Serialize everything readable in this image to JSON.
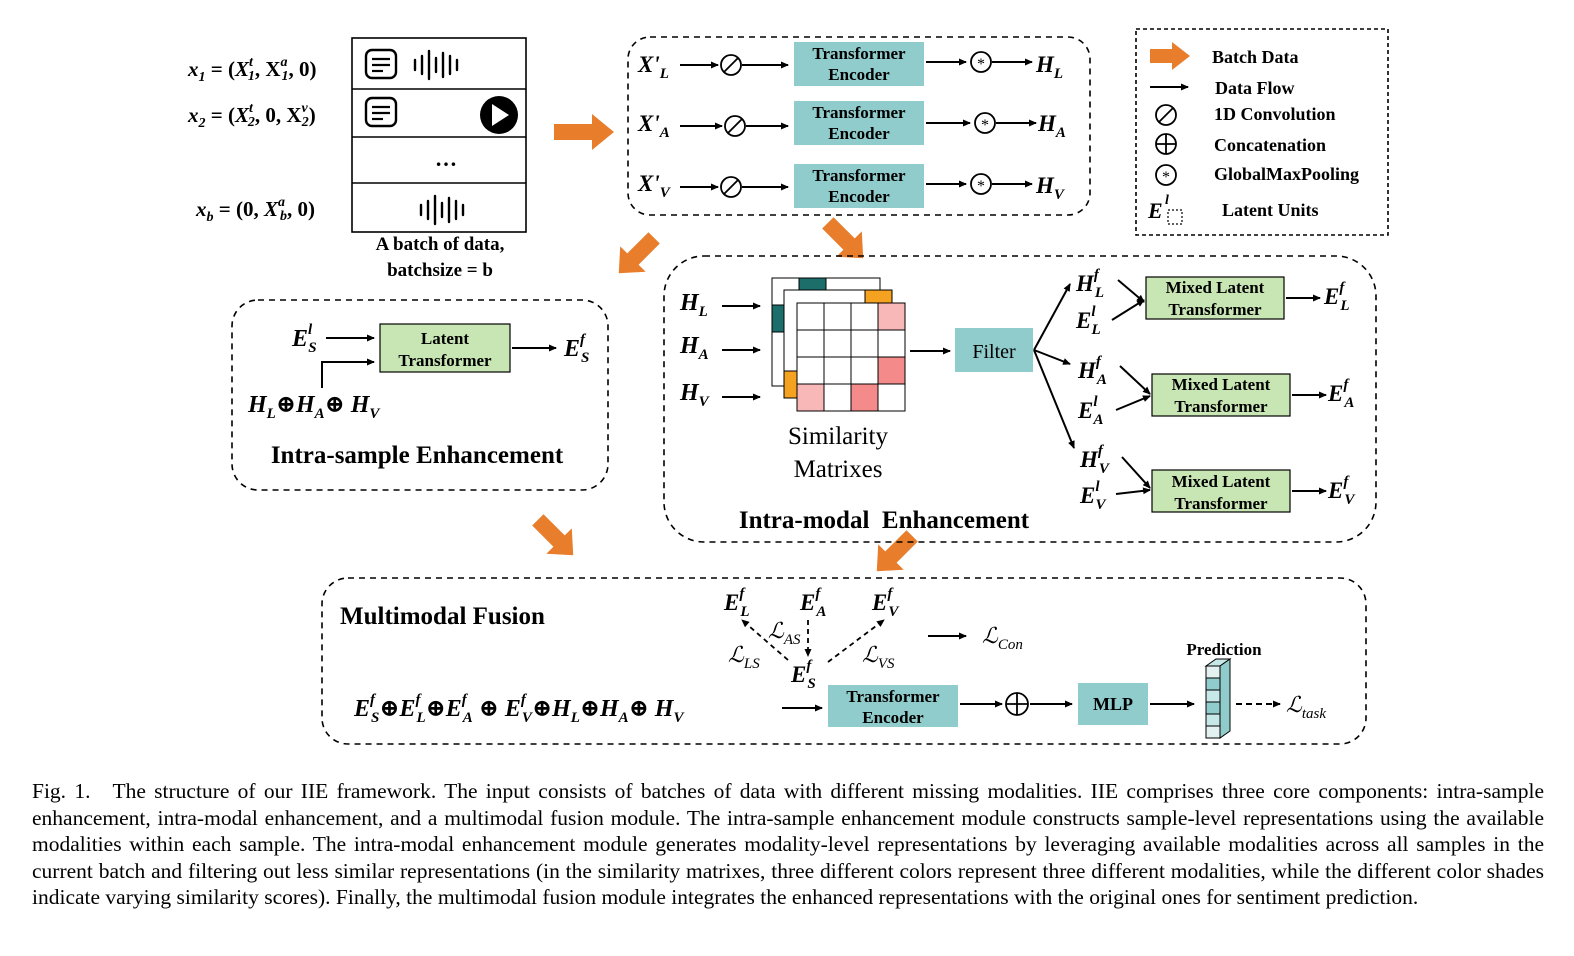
{
  "inputs": {
    "rows": [
      {
        "lhs": "x",
        "sub": "1",
        "eq": " = (",
        "a": "X",
        "a_sup": "t",
        "a_sub": "1",
        "b": ", X",
        "b_sup": "a",
        "b_sub": "1",
        "c": ", 0)"
      },
      {
        "lhs": "x",
        "sub": "2",
        "eq": " = (",
        "a": "X",
        "a_sup": "t",
        "a_sub": "2",
        "b": ", 0, X",
        "b_sup": "v",
        "b_sub": "2",
        "c": ")"
      },
      {
        "lhs": "x",
        "sub": "b",
        "eq": " = (0, ",
        "a": "X",
        "a_sup": "a",
        "a_sub": "b",
        "b": ", 0)",
        "b_sup": "",
        "b_sub": "",
        "c": ""
      }
    ],
    "ellipsis": "…",
    "batch_label_1": "A batch of data,",
    "batch_label_2": "batchsize = b"
  },
  "encoders": {
    "rows": [
      {
        "input": "X'",
        "input_sub": "L",
        "block_1": "Transformer",
        "block_2": "Encoder",
        "out": "H",
        "out_sub": "L"
      },
      {
        "input": "X'",
        "input_sub": "A",
        "block_1": "Transformer",
        "block_2": "Encoder",
        "out": "H",
        "out_sub": "A"
      },
      {
        "input": "X'",
        "input_sub": "V",
        "block_1": "Transformer",
        "block_2": "Encoder",
        "out": "H",
        "out_sub": "V"
      }
    ]
  },
  "legend": {
    "items": [
      {
        "icon": "orange-arrow-icon",
        "label": "Batch Data"
      },
      {
        "icon": "arrow-icon",
        "label": "Data Flow"
      },
      {
        "icon": "slashed-circle-icon",
        "label": "1D Convolution"
      },
      {
        "icon": "circled-plus-icon",
        "label": "Concatenation"
      },
      {
        "icon": "circled-asterisk-icon",
        "label": "GlobalMaxPooling"
      },
      {
        "icon": "latent-unit-icon",
        "label": "Latent Units"
      }
    ]
  },
  "intra_sample": {
    "title": "Intra-sample Enhancement",
    "in_top": "E",
    "in_top_sup": "l",
    "in_top_sub": "S",
    "block_1": "Latent",
    "block_2": "Transformer",
    "out": "E",
    "out_sup": "f",
    "out_sub": "S",
    "concat": [
      "H",
      "L",
      "H",
      "A",
      "H",
      "V"
    ]
  },
  "intra_modal": {
    "title": "Intra-modal  Enhancement",
    "inputs": [
      {
        "t": "H",
        "s": "L"
      },
      {
        "t": "H",
        "s": "A"
      },
      {
        "t": "H",
        "s": "V"
      }
    ],
    "matrix_label_1": "Similarity",
    "matrix_label_2": "Matrixes",
    "filter": "Filter",
    "branches": [
      {
        "h_sub": "L",
        "e_sub": "L",
        "block_1": "Mixed Latent",
        "block_2": "Transformer",
        "out_sub": "L"
      },
      {
        "h_sub": "A",
        "e_sub": "A",
        "block_1": "Mixed Latent",
        "block_2": "Transformer",
        "out_sub": "A"
      },
      {
        "h_sub": "V",
        "e_sub": "V",
        "block_1": "Mixed Latent",
        "block_2": "Transformer",
        "out_sub": "V"
      }
    ]
  },
  "fusion": {
    "title": "Multimodal Fusion",
    "loss_as": "AS",
    "loss_ls": "LS",
    "loss_vs": "VS",
    "loss_con": "Con",
    "loss_task": "task",
    "block_1": "Transformer",
    "block_2": "Encoder",
    "mlp": "MLP",
    "prediction": "Prediction"
  },
  "caption": {
    "label": "Fig. 1.",
    "text": "The structure of our IIE framework. The input consists of batches of data with different missing modalities. IIE comprises three core components: intra-sample enhancement, intra-modal enhancement, and a multimodal fusion module. The intra-sample enhancement module constructs sample-level representations using the available modalities within each sample. The intra-modal enhancement module generates modality-level representations by leveraging available modalities across all samples in the current batch and filtering out less similar representations (in the similarity matrixes, three different colors represent three different modalities, while the different color shades indicate varying similarity scores). Finally, the multimodal fusion module integrates the enhanced representations with the original ones for sentiment prediction."
  },
  "colors": {
    "teal_block": "#8fcccb",
    "green_block": "#c8e6b4",
    "orange_arrow": "#e87d2b",
    "matrix_teal": "#1b6e6a",
    "matrix_orange": "#f4a21f",
    "matrix_pink_dark": "#f58a8a",
    "matrix_pink_light": "#f9b8b8",
    "pred_cells": [
      "#e3f2f1",
      "#8fcccb",
      "#c6e8e6",
      "#8fcccb",
      "#c6e8e6",
      "#e3f2f1"
    ]
  }
}
